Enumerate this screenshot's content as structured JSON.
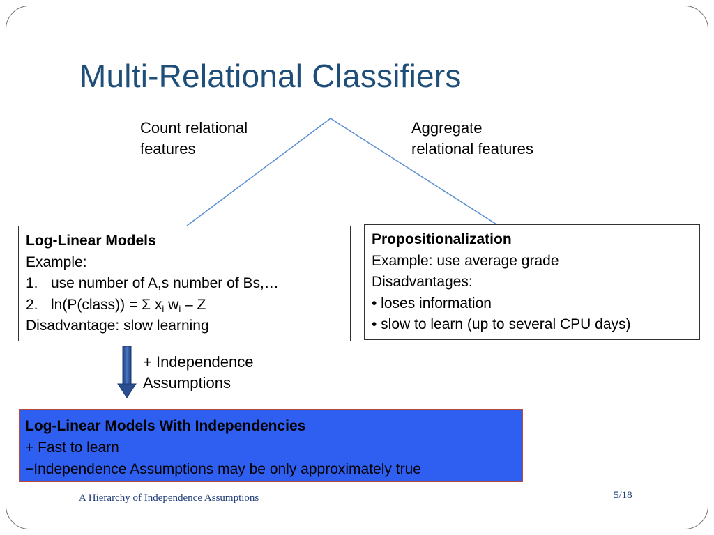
{
  "slide": {
    "title": "Multi-Relational Classifiers",
    "left_branch": {
      "line1": "Count relational",
      "line2": "features"
    },
    "right_branch": {
      "line1": "Aggregate",
      "line2": "relational features"
    },
    "log_linear_box": {
      "heading": "Log-Linear Models",
      "example_label": "Example:",
      "items": [
        {
          "num": "1.",
          "text": "use number of A,s number of Bs,…"
        },
        {
          "num": "2.",
          "prefix": "ln(P(class)) = Σ x",
          "sub1": "i",
          "mid": " w",
          "sub2": "i",
          "suffix": " – Z"
        }
      ],
      "disadvantage": "Disadvantage: slow learning"
    },
    "prop_box": {
      "heading": "Propositionalization",
      "example": "Example: use average grade",
      "disadvantages_label": "Disadvantages:",
      "bullets": [
        "• loses information",
        "• slow to learn (up to several CPU days)"
      ]
    },
    "independence": {
      "line1": "+ Independence",
      "line2": "Assumptions"
    },
    "result_box": {
      "heading": "Log-Linear Models With Independencies",
      "pro": "+ Fast to learn",
      "con": "−Independence Assumptions may be only approximately true"
    },
    "footer": "A Hierarchy of Independence Assumptions",
    "page_number": "5/18"
  },
  "colors": {
    "title": "#1f4e79",
    "branch_lines": "#5b8fd0",
    "result_box_fill": "#2f5ff0",
    "arrow": "#2a4d8f"
  }
}
